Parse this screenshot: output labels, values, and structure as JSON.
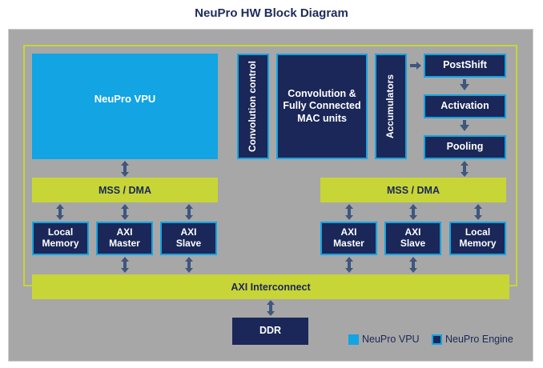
{
  "title": "NeuPro HW Block Diagram",
  "blocks": {
    "vpu": "NeuPro VPU",
    "conv_control": "Convolution control",
    "conv_mac": "Convolution & Fully Connected MAC units",
    "accumulators": "Accumulators",
    "postshift": "PostShift",
    "activation": "Activation",
    "pooling": "Pooling",
    "mss_left": "MSS / DMA",
    "mss_right": "MSS / DMA",
    "left_local_memory": "Local Memory",
    "left_axi_master": "AXI Master",
    "left_axi_slave": "AXI Slave",
    "right_axi_master": "AXI Master",
    "right_axi_slave": "AXI Slave",
    "right_local_memory": "Local Memory",
    "axi_interconnect": "AXI Interconnect",
    "ddr": "DDR"
  },
  "legend": {
    "vpu": "NeuPro VPU",
    "engine": "NeuPro Engine"
  },
  "colors": {
    "vpu_blue": "#12a4e3",
    "engine_navy": "#1b2758",
    "bus_yellow": "#c8d536",
    "background_gray": "#a7a7a7",
    "arrow": "#3e577e"
  }
}
